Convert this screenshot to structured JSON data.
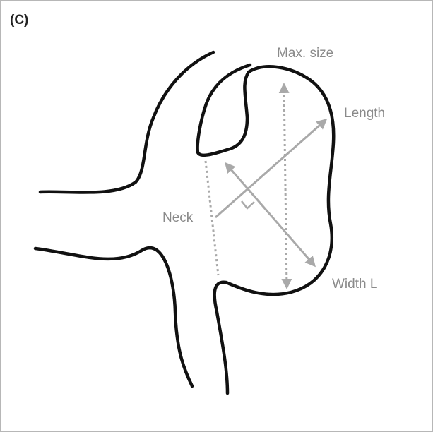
{
  "figure": {
    "panel_label": "(C)",
    "labels": {
      "max_size": "Max. size",
      "length": "Length",
      "neck": "Neck",
      "width": "Width L"
    }
  },
  "colors": {
    "outline": "#111111",
    "annotation": "#a9a9a9",
    "label_text": "#8a8a8a",
    "border": "#b7b7b7"
  }
}
